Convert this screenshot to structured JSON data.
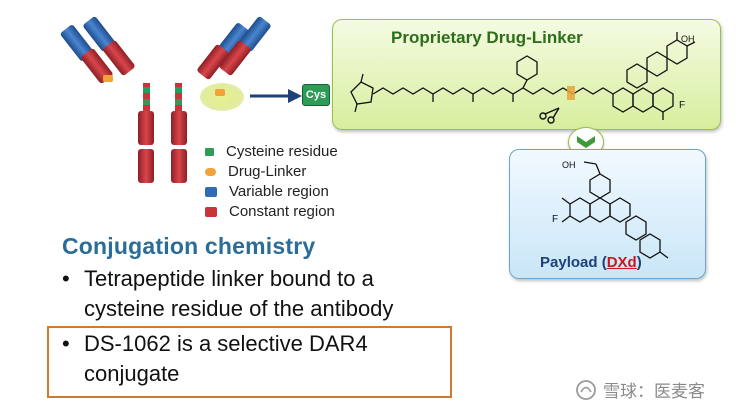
{
  "linker_panel": {
    "title": "Proprietary Drug-Linker",
    "cys_tag": "Cys",
    "oh_label": "OH",
    "f_label": "F"
  },
  "payload_panel": {
    "label_prefix": "Payload (",
    "label_dxd": "DXd",
    "label_suffix": ")",
    "oh_label": "OH",
    "f_label": "F"
  },
  "legend": [
    {
      "label": "Cysteine residue",
      "color": "#2e9b57"
    },
    {
      "label": "Drug-Linker",
      "color": "#f0a33a"
    },
    {
      "label": "Variable region",
      "color": "#2f6cb6"
    },
    {
      "label": "Constant region",
      "color": "#c9343a"
    }
  ],
  "conjugation": {
    "title": "Conjugation chemistry",
    "bullets": [
      {
        "dot": "•",
        "lines": [
          "Tetrapeptide linker bound to a",
          "cysteine residue of the antibody"
        ]
      },
      {
        "dot": "•",
        "lines": [
          "DS-1062 is a selective DAR4",
          "conjugate"
        ]
      }
    ]
  },
  "watermark": {
    "text": "雪球：医麦客",
    "icon": "snowball-logo-icon"
  }
}
